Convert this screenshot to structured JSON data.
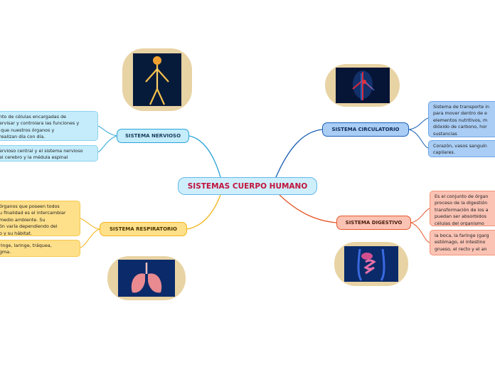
{
  "center": {
    "label": "SISTEMAS CUERPO HUMANO"
  },
  "branches": {
    "nervioso": {
      "label": "SISTEMA NERVIOSO",
      "notes": [
        "nto de células encargadas de\nervisar y controlara las funciones y\n que nuestros órganos y\nrealizan día con día.",
        "ervioso central y el sistema nervioso\nel cerebro y la médula espinal"
      ]
    },
    "circulatorio": {
      "label": "SISTEMA CIRCULATORIO",
      "notes": [
        "Sistema de transporte in\npara mover dentro de e\nelementos nutritivos, m\ndióxido de carbono, hor\nsustancias",
        "Corazón, vasos sanguín\ncapilares."
      ]
    },
    "respiratorio": {
      "label": "SISTEMA RESPIRATORIO",
      "notes": [
        "órganos que poseen todos\nu finalidad es el intercambiar\nmedio ambiente. Su\nón varía dependiendo del\no y su hábitat.",
        "ringe, laringe, tráquea,\ngma."
      ]
    },
    "digestivo": {
      "label": "SISTEMA DIGESTIVO",
      "notes": [
        "Es el conjunto de órgan\nproceso de la digestión\ntransformación de los a\npuedan ser absorbidos\ncélulas del organismo",
        "la boca, la faringe (garg\nestómago, el intestino\ngrueso, el recto y el an"
      ]
    }
  },
  "colors": {
    "nervioso": "#2aa4d8",
    "circulatorio": "#1a5fb4",
    "respiratorio": "#f2b418",
    "digestivo": "#e5582a"
  }
}
